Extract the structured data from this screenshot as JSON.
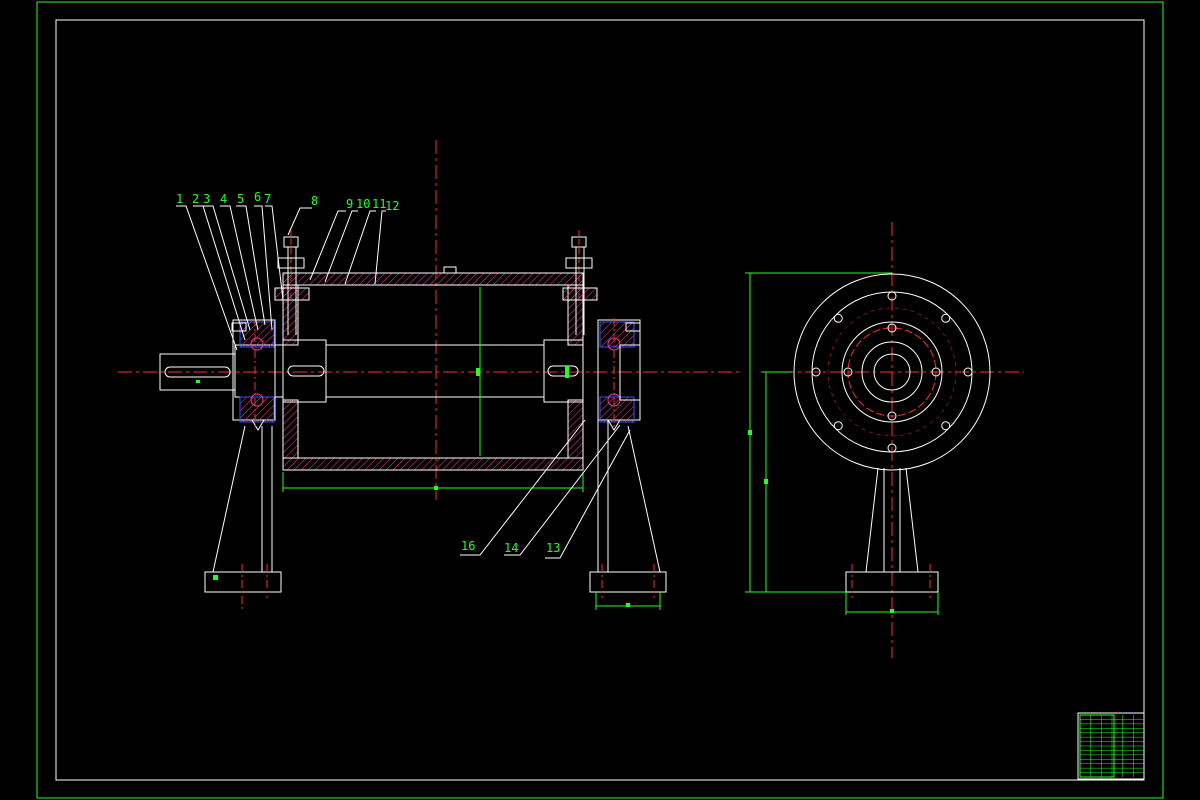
{
  "drawing": {
    "colors": {
      "background": "#000000",
      "outline": "#ffffff",
      "dimension": "#22ff22",
      "centerline": "#ff2a2a",
      "hatch": "#ff3399",
      "bearing": "#3355ff"
    },
    "part_labels": [
      "1",
      "2",
      "3",
      "4",
      "5",
      "6",
      "7",
      "8",
      "9",
      "10",
      "11",
      "12",
      "13",
      "14",
      "16"
    ],
    "title_block": {
      "rows": 14,
      "columns": 6
    }
  }
}
